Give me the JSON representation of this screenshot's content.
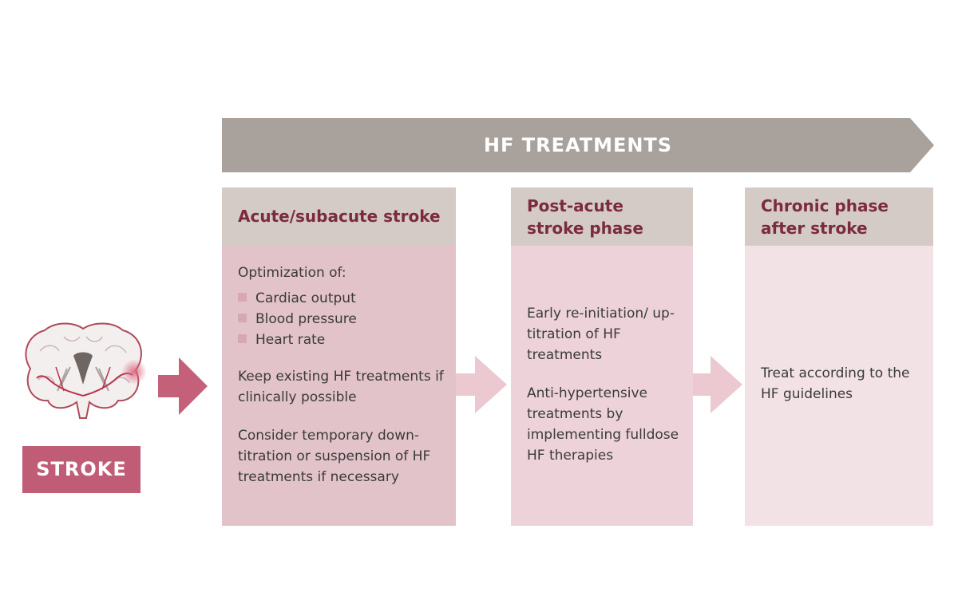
{
  "banner": {
    "title": "HF TREATMENTS"
  },
  "stroke": {
    "label": "STROKE"
  },
  "colors": {
    "banner": "#a8a19c",
    "header": "#d4cbc6",
    "title_text": "#7b2a40",
    "phase1_body": "#e2c3ca",
    "phase2_body": "#edd3d9",
    "phase3_body": "#f3e2e5",
    "stroke_box": "#c05c76",
    "arrow_dark": "#c4607a",
    "arrow_light": "#ecc8d0"
  },
  "phases": [
    {
      "title": "Acute/subacute stroke",
      "intro": "Optimization of:",
      "bullets": [
        "Cardiac output",
        "Blood pressure",
        "Heart rate"
      ],
      "paragraphs": [
        "Keep existing HF treatments if clinically possible",
        "Consider temporary down-titration or suspension of HF treatments if necessary"
      ]
    },
    {
      "title": "Post-acute stroke phase",
      "paragraphs": [
        "Early re-initiation/ up-titration of HF treatments",
        "Anti-hypertensive treatments by implementing fulldose HF therapies"
      ]
    },
    {
      "title": "Chronic phase after stroke",
      "paragraphs": [
        "Treat according to the HF guidelines"
      ]
    }
  ]
}
